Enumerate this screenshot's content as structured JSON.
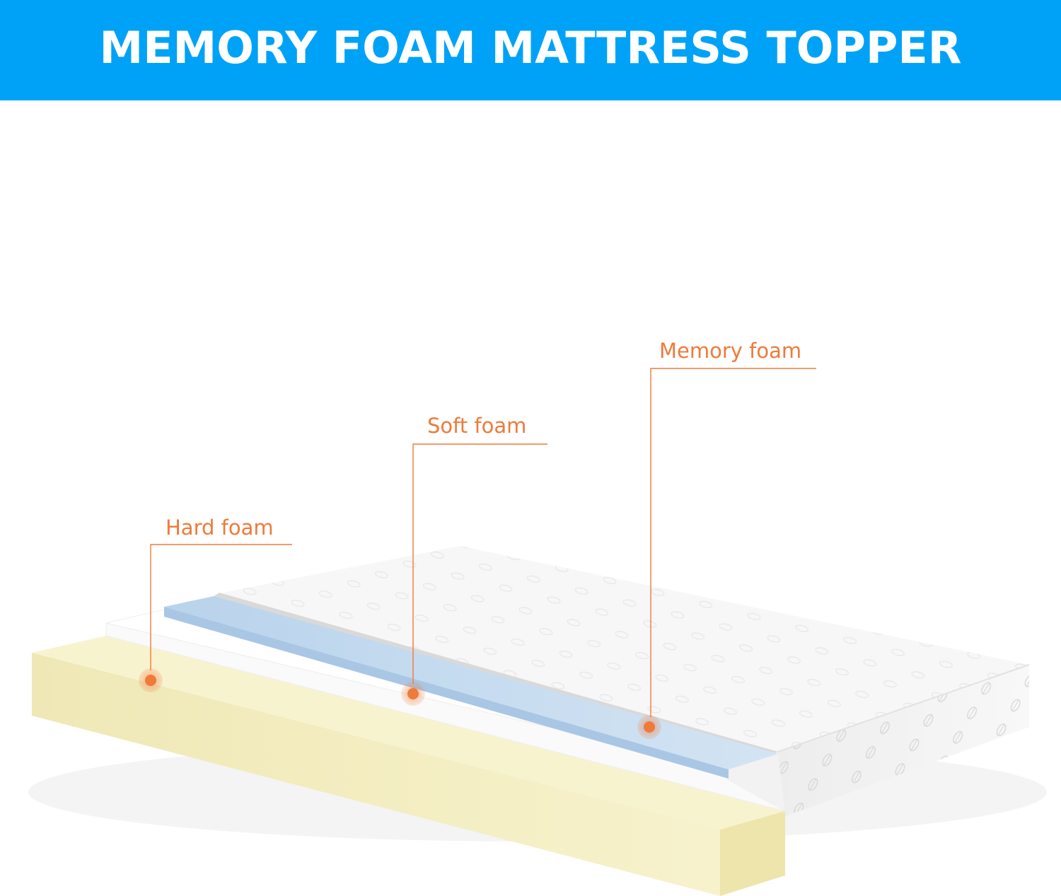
{
  "header": {
    "title": "MEMORY FOAM MATTRESS TOPPER"
  },
  "colors": {
    "header_bg": "#00a2f7",
    "accent": "#ef7a3a",
    "hard_foam": "#f6f0c4",
    "soft_foam": "#ffffff",
    "memory_foam": "#c6dcef",
    "cover": "#f6f6f6"
  },
  "layers": [
    {
      "id": "hard",
      "label": "Hard foam"
    },
    {
      "id": "soft",
      "label": "Soft foam"
    },
    {
      "id": "memory",
      "label": "Memory foam"
    }
  ]
}
